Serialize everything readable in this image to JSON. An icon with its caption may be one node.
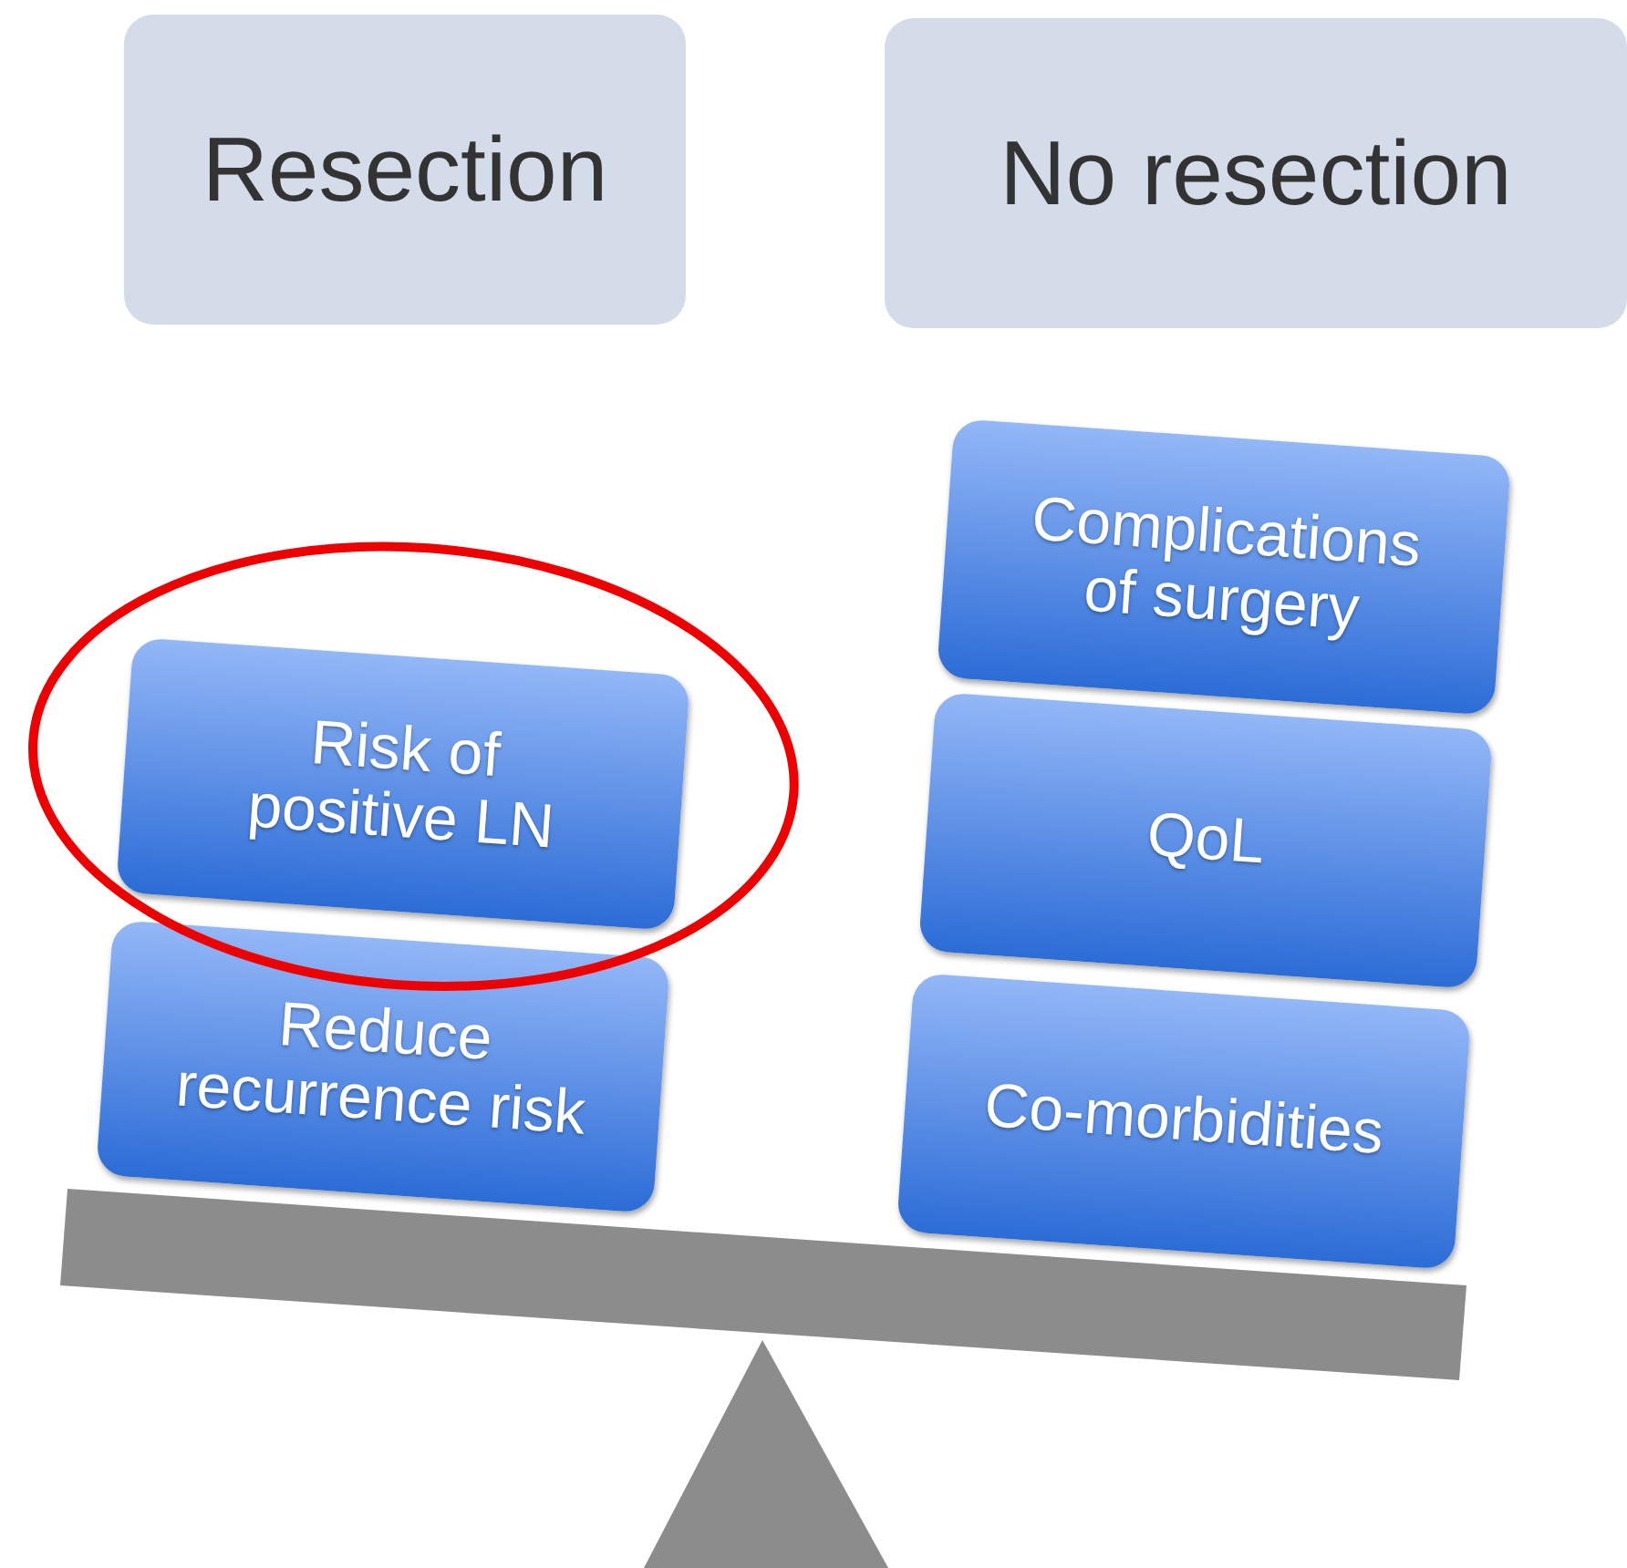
{
  "diagram": {
    "nodes": [
      {
        "text": [
          "Resection"
        ]
      },
      {
        "text": [
          "No resection"
        ]
      },
      {
        "text": [
          "Complications of surgery"
        ]
      },
      {
        "text": [
          "Risk of positive LN"
        ]
      },
      {
        "text": [
          "QoL"
        ]
      },
      {
        "text": [
          "Reduce recurrence risk"
        ]
      },
      {
        "text": [
          "Co-morbidities"
        ]
      }
    ]
  }
}
